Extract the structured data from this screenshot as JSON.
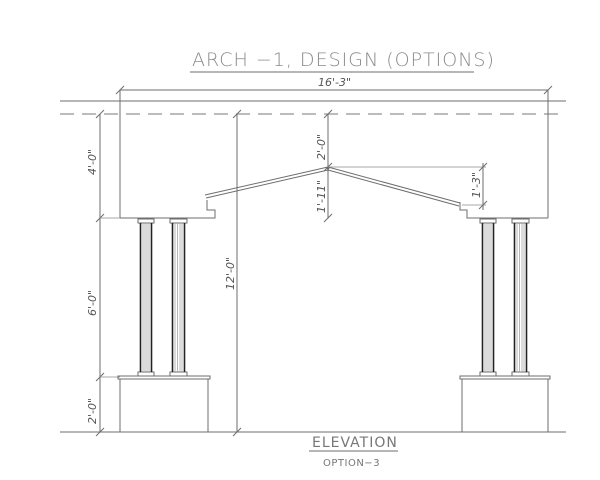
{
  "drawing": {
    "title": "ARCH −1, DESIGN (OPTIONS)",
    "view_label": "ELEVATION",
    "option_label": "OPTION−3",
    "line_color": "#6e6e6e",
    "text_color": "#8a8a8a"
  },
  "dimensions": {
    "overall_width": "16'-3\"",
    "beam_height": "4'-0\"",
    "column_height": "6'-0\"",
    "pedestal_height": "2'-0\"",
    "total_height": "12'-0\"",
    "above_peak": "2'-0\"",
    "below_peak": "1'-11\"",
    "arch_drop": "1'-3\""
  }
}
